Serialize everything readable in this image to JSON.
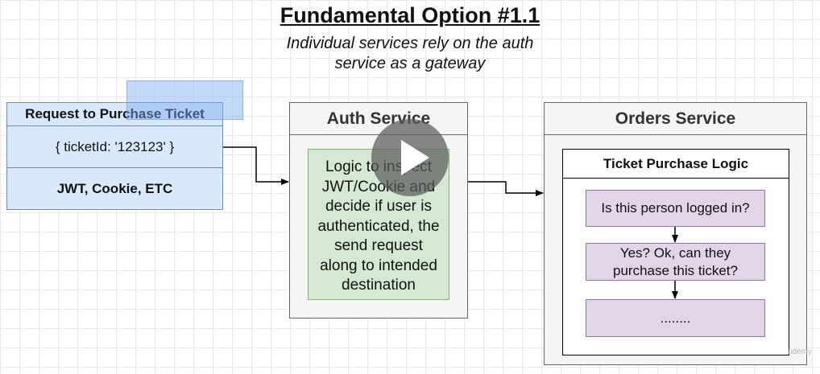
{
  "title": "Fundamental Option #1.1",
  "subtitle": {
    "line1": "Individual services rely on the auth",
    "line2": "service as a gateway"
  },
  "request": {
    "header": "Request to Purchase Ticket",
    "body": "{ ticketId: '123123' }",
    "footer": "JWT, Cookie, ETC"
  },
  "auth_service": {
    "title": "Auth Service",
    "logic_lines": [
      "Logic to inspect",
      "JWT/Cookie and",
      "decide if user is",
      "authenticated, the",
      "send request",
      "along to intended",
      "destination"
    ]
  },
  "orders_service": {
    "title": "Orders Service",
    "inner_title": "Ticket Purchase Logic",
    "step1": "Is this person logged in?",
    "step2_line1": "Yes? Ok, can they",
    "step2_line2": "purchase this ticket?",
    "step3": "........"
  },
  "colors": {
    "request_fill": "#dae8fc",
    "logic_fill": "#d5e8d4",
    "step_fill": "#e1d5e7",
    "service_fill": "#f5f5f5"
  },
  "overlay": {
    "play_icon": "play-icon",
    "watermark": "udemy"
  }
}
